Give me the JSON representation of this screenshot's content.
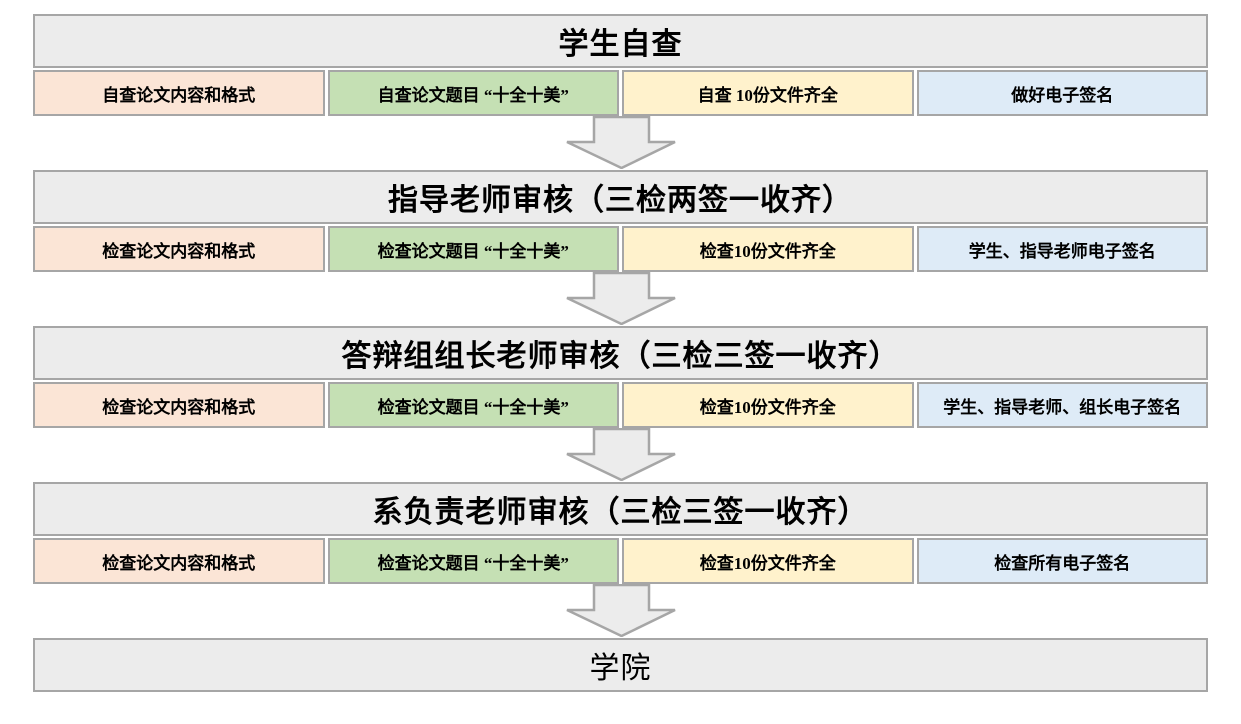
{
  "colors": {
    "header_fill": "#ececec",
    "header_border": "#a6a6a6",
    "box_border": "#a6a6a6",
    "peach": "#fbe5d6",
    "green": "#c5e0b4",
    "yellow": "#fff2cc",
    "blue": "#deebf7",
    "arrow_fill": "#ececec",
    "arrow_border": "#a6a6a6"
  },
  "sections": [
    {
      "title": "学生自查",
      "items": [
        {
          "label": "自查论文内容和格式",
          "color": "peach"
        },
        {
          "label": "自查论文题目 “十全十美”",
          "color": "green"
        },
        {
          "label": "自查 10份文件齐全",
          "color": "yellow"
        },
        {
          "label": "做好电子签名",
          "color": "blue"
        }
      ]
    },
    {
      "title": "指导老师审核（三检两签一收齐）",
      "items": [
        {
          "label": "检查论文内容和格式",
          "color": "peach"
        },
        {
          "label": "检查论文题目 “十全十美”",
          "color": "green"
        },
        {
          "label": "检查10份文件齐全",
          "color": "yellow"
        },
        {
          "label": "学生、指导老师电子签名",
          "color": "blue"
        }
      ]
    },
    {
      "title": "答辩组组长老师审核（三检三签一收齐）",
      "items": [
        {
          "label": "检查论文内容和格式",
          "color": "peach"
        },
        {
          "label": "检查论文题目 “十全十美”",
          "color": "green"
        },
        {
          "label": "检查10份文件齐全",
          "color": "yellow"
        },
        {
          "label": "学生、指导老师、组长电子签名",
          "color": "blue"
        }
      ]
    },
    {
      "title": "系负责老师审核（三检三签一收齐）",
      "items": [
        {
          "label": "检查论文内容和格式",
          "color": "peach"
        },
        {
          "label": "检查论文题目 “十全十美”",
          "color": "green"
        },
        {
          "label": "检查10份文件齐全",
          "color": "yellow"
        },
        {
          "label": "检查所有电子签名",
          "color": "blue"
        }
      ]
    },
    {
      "title": "学院",
      "items": []
    }
  ]
}
